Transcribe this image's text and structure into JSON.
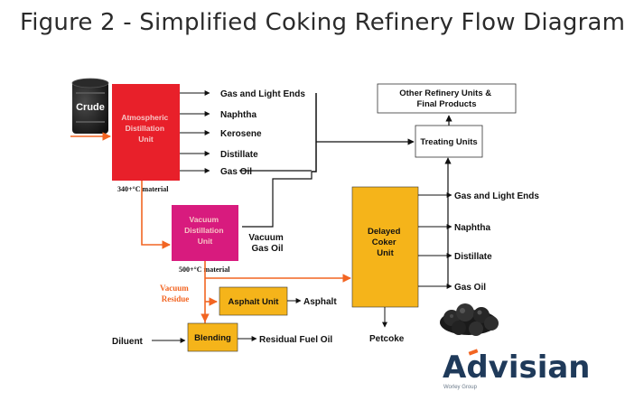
{
  "title": "Figure 2 - Simplified Coking Refinery Flow Diagram",
  "units": {
    "crude": "Crude",
    "atmospheric": [
      "Atmospheric",
      "Distillation",
      "Unit"
    ],
    "vacuum": [
      "Vacuum",
      "Distillation",
      "Unit"
    ],
    "coker": [
      "Delayed",
      "Coker",
      "Unit"
    ],
    "asphalt": "Asphalt Unit",
    "blending": "Blending",
    "treating": "Treating Units",
    "other": [
      "Other Refinery Units &",
      "Final Products"
    ]
  },
  "atmospheric_products": [
    "Gas and Light Ends",
    "Naphtha",
    "Kerosene",
    "Distillate",
    "Gas Oil"
  ],
  "coker_products": [
    "Gas and Light Ends",
    "Naphtha",
    "Distillate",
    "Gas Oil"
  ],
  "labels": {
    "atm_bottoms": "340+°C  material",
    "vac_bottoms": "500+°C  material",
    "vacuum_gas_oil": [
      "Vacuum",
      "Gas Oil"
    ],
    "vacuum_residue": [
      "Vacuum",
      "Residue"
    ],
    "asphalt": "Asphalt",
    "diluent": "Diluent",
    "residual_fuel_oil": "Residual Fuel Oil",
    "petcoke": "Petcoke"
  },
  "logo": {
    "name": "Advisian",
    "sub": "Worley Group"
  },
  "colors": {
    "atmospheric": "#e8202a",
    "vacuum": "#d81b7e",
    "coker": "#f5b41a",
    "asphalt": "#f5b41a",
    "blending": "#f5b41a",
    "orange_flow": "#f26522",
    "logo": "#1f3a5a"
  },
  "icons": [
    "crude-barrel-icon",
    "petcoke-lumps-icon",
    "advisian-logo-icon"
  ]
}
